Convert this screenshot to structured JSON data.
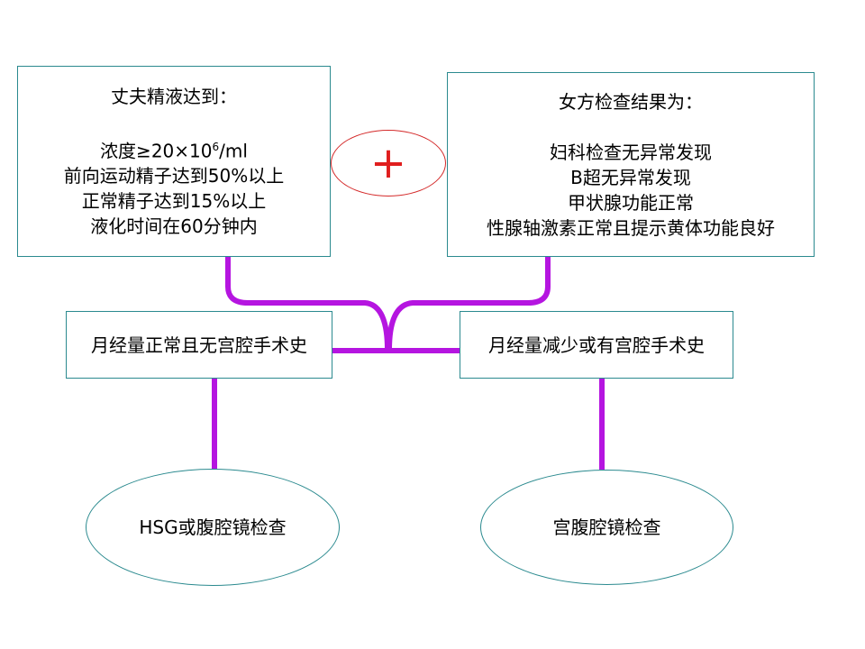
{
  "male": {
    "title": "丈夫精液达到：",
    "conc_prefix": "浓度≥20×10",
    "conc_sup": "6",
    "conc_suffix": "/ml",
    "motility": "前向运动精子达到50%以上",
    "morphology": "正常精子达到15%以上",
    "liquefaction": "液化时间在60分钟内"
  },
  "plus": "+",
  "female": {
    "title": "女方检查结果为：",
    "items": [
      "妇科检查无异常发现",
      "B超无异常发现",
      "甲状腺功能正常",
      "性腺轴激素正常且提示黄体功能良好"
    ]
  },
  "branches": {
    "left_label": "月经量正常且无宫腔手术史",
    "right_label": "月经量减少或有宫腔手术史"
  },
  "outcomes": {
    "left": "HSG或腹腔镜检查",
    "right": "宫腹腔镜检查"
  },
  "colors": {
    "connector": "#b515e0",
    "box_border": "#2b8a8f",
    "plus": "#e01e1e"
  }
}
